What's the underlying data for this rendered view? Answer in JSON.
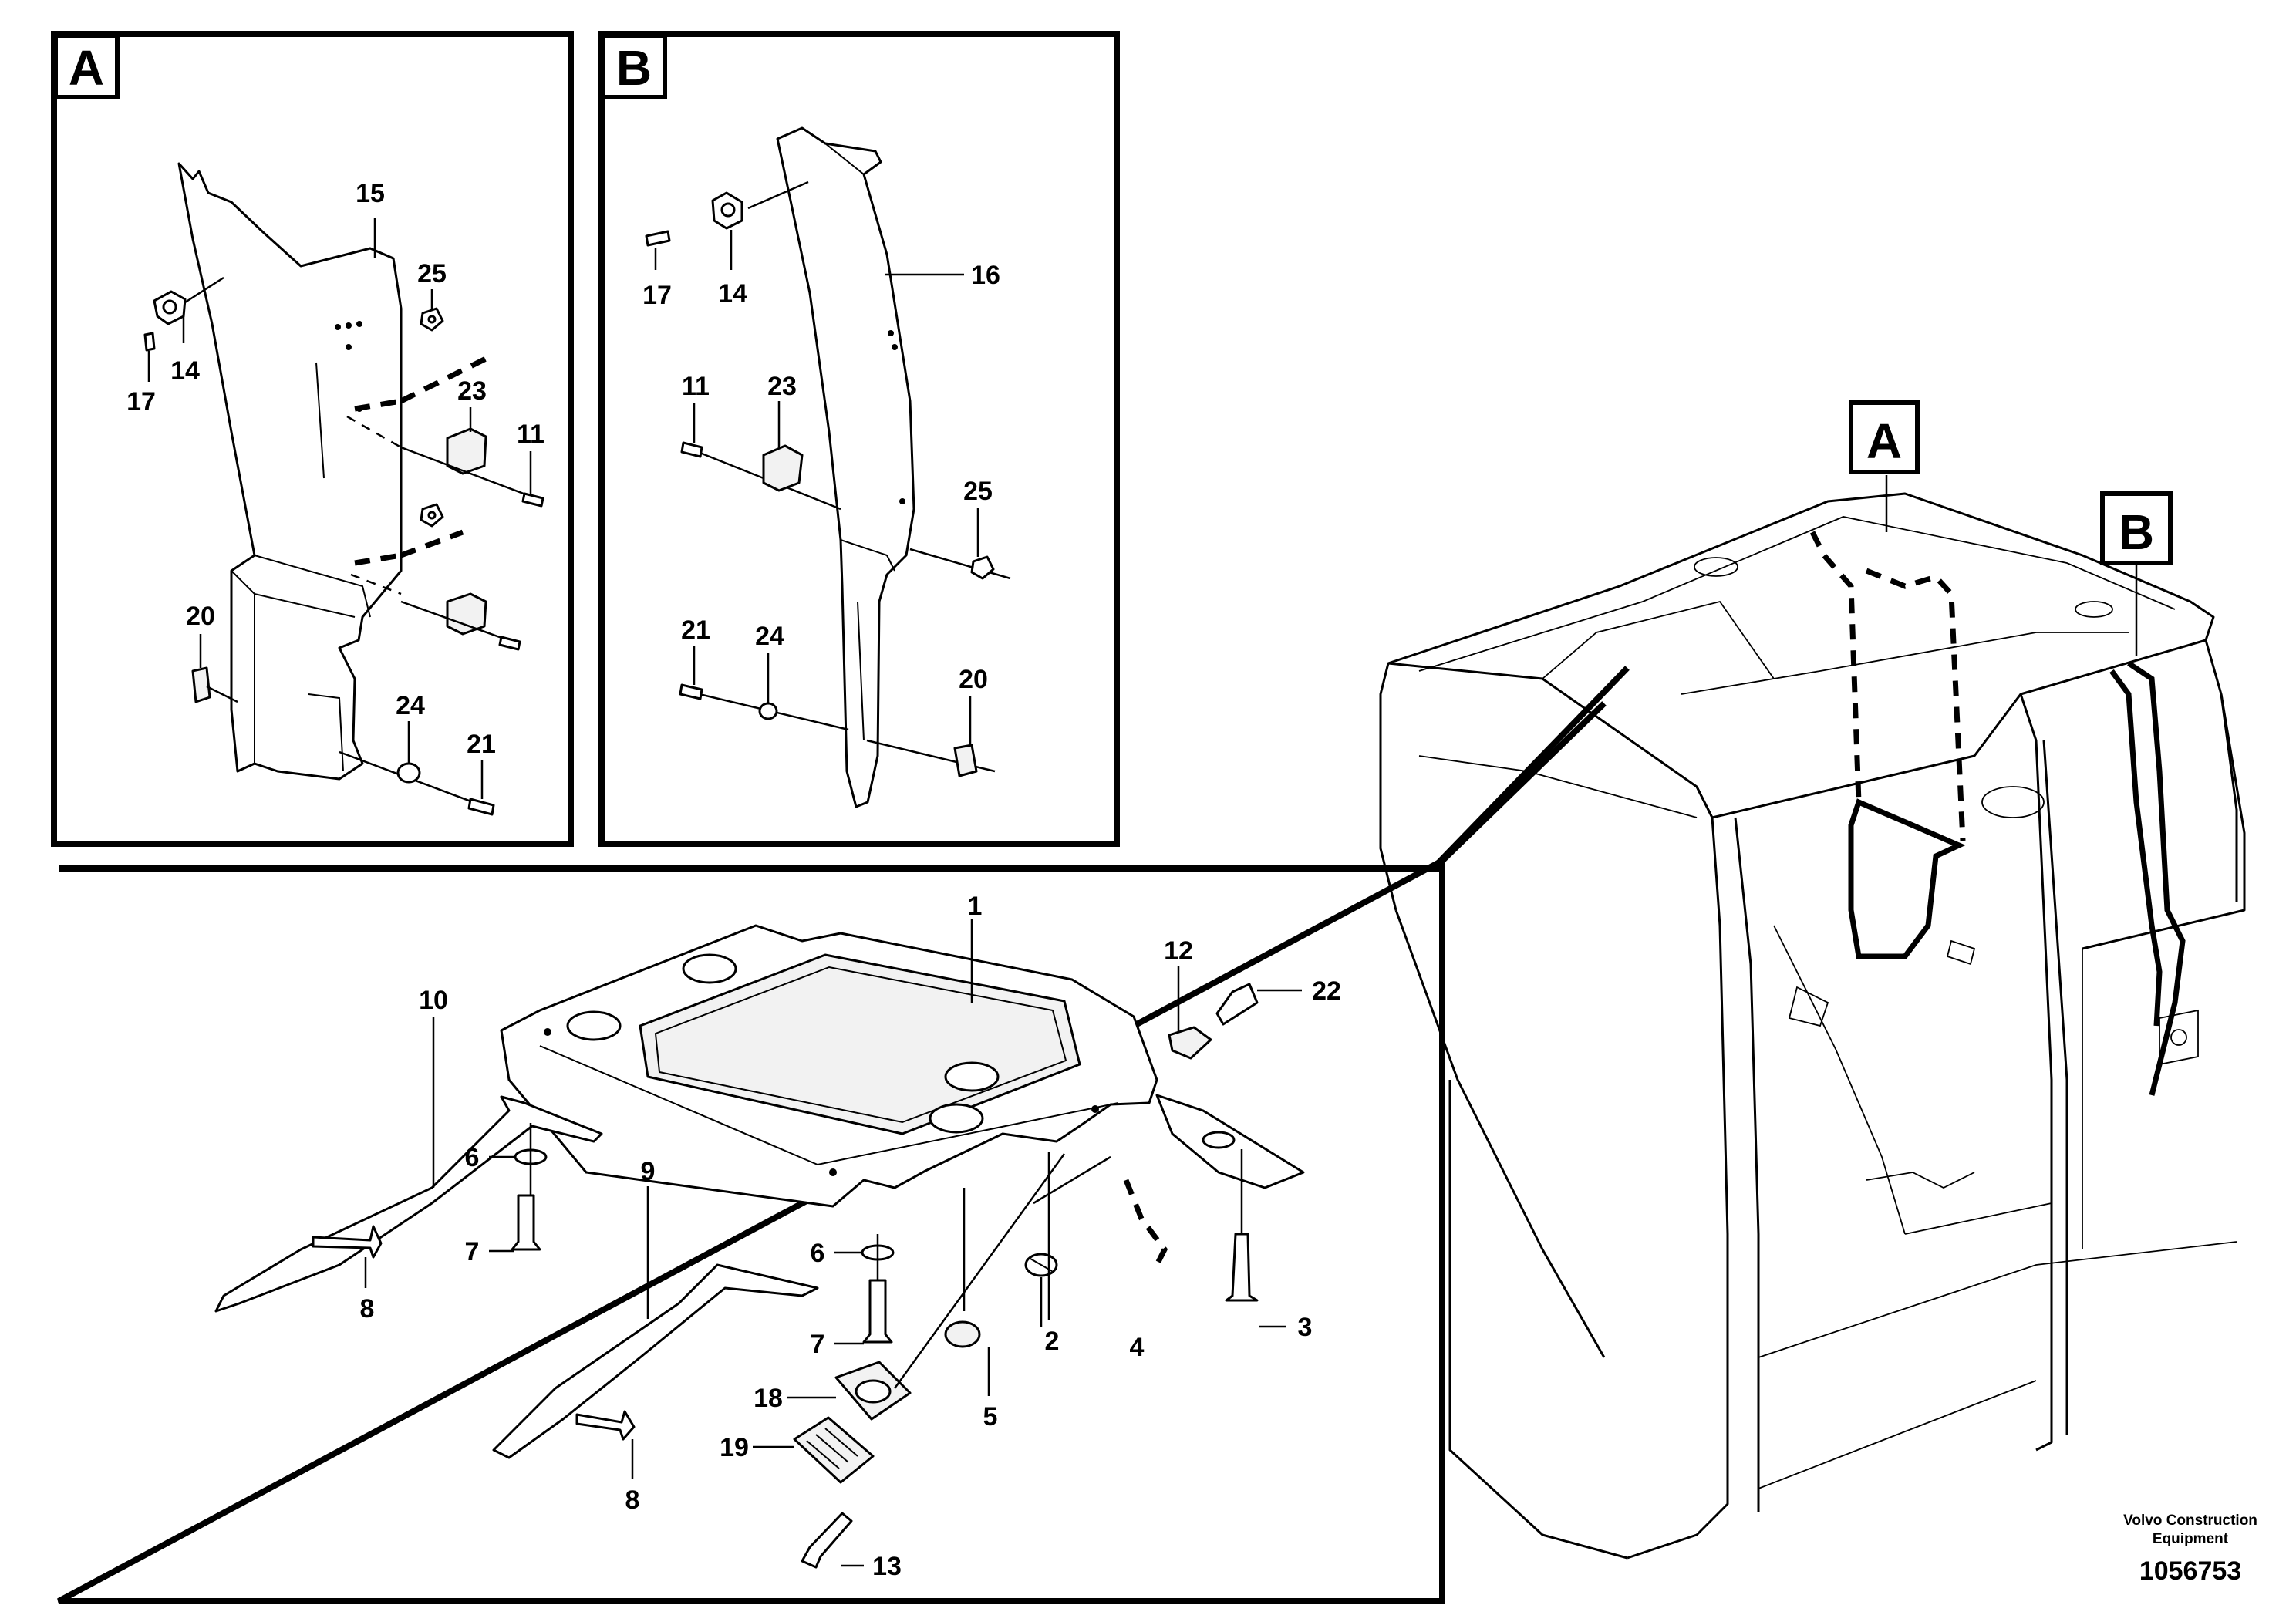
{
  "panels": {
    "a": {
      "tag": "A",
      "callouts": {
        "c15": "15",
        "c25": "25",
        "c14": "14",
        "c17": "17",
        "c23": "23",
        "c11": "11",
        "c20": "20",
        "c24": "24",
        "c21": "21"
      }
    },
    "b": {
      "tag": "B",
      "callouts": {
        "c17": "17",
        "c14": "14",
        "c16": "16",
        "c11": "11",
        "c23": "23",
        "c25": "25",
        "c21": "21",
        "c24": "24",
        "c20": "20"
      }
    },
    "detail": {
      "callouts": {
        "c1": "1",
        "c10": "10",
        "c12": "12",
        "c22": "22",
        "c6a": "6",
        "c7a": "7",
        "c8a": "8",
        "c9": "9",
        "c6b": "6",
        "c7b": "7",
        "c2": "2",
        "c4": "4",
        "c3": "3",
        "c5": "5",
        "c18": "18",
        "c19": "19",
        "c8b": "8",
        "c13": "13"
      }
    },
    "overview": {
      "tag_a": "A",
      "tag_b": "B"
    }
  },
  "footer": {
    "company_line1": "Volvo Construction",
    "company_line2": "Equipment",
    "drawing_number": "1056753"
  }
}
